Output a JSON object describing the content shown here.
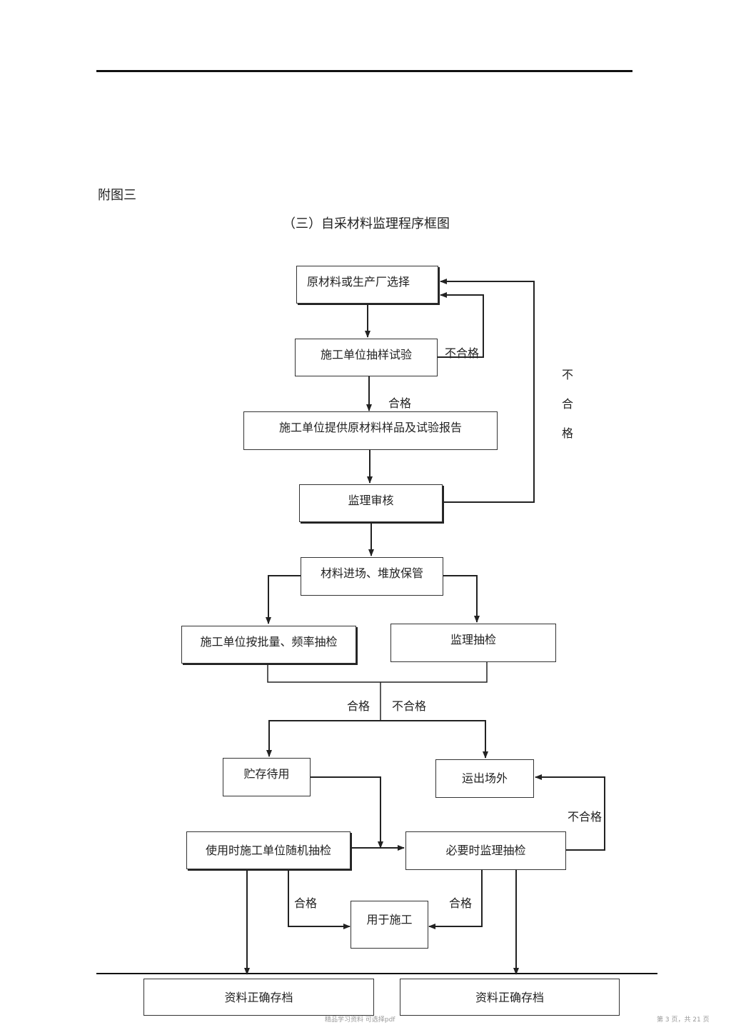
{
  "page": {
    "appendix_label": "附图三",
    "title": "（三）自采材料监理程序框图",
    "footer_left": "精品学习资料   可选择pdf",
    "footer_right": "第 3 页，共 21 页"
  },
  "boxes": {
    "raw_material": "原材料或生产厂选择",
    "contractor_sampling": "施工单位抽样试验",
    "sample_report": "施工单位提供原材料样品及试验报告",
    "supervision_review": "监理审核",
    "material_storage": "材料进场、堆放保管",
    "contractor_batch_check": "施工单位按批量、频率抽检",
    "supervision_spot_check": "监理抽检",
    "storage_waiting": "贮存待用",
    "ship_out": "运出场外",
    "contractor_random_check": "使用时施工单位随机抽检",
    "supervision_when_needed": "必要时监理抽检",
    "used_for_construction": "用于施工",
    "archive_left": "资料正确存档",
    "archive_right": "资料正确存档"
  },
  "labels": {
    "fail_1": "不合格",
    "pass_1": "合格",
    "fail_vertical": [
      "不",
      "合",
      "格"
    ],
    "pass_2": "合格",
    "fail_2": "不合格",
    "fail_3": "不合格",
    "pass_left": "合格",
    "pass_right": "合格"
  }
}
